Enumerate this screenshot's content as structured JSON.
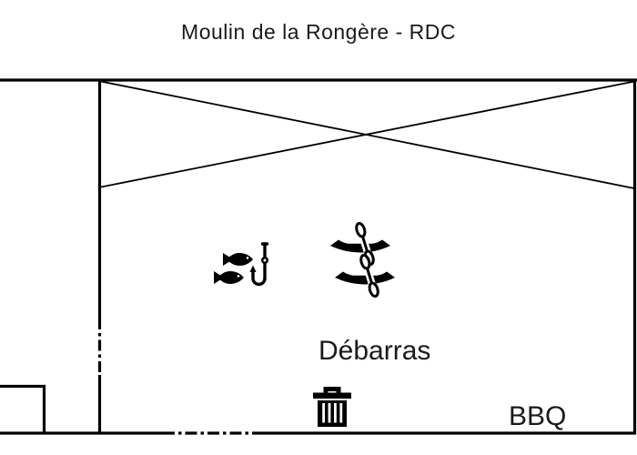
{
  "title": "Moulin de la Rongère - RDC",
  "room": {
    "label": "Débarras"
  },
  "bbq": {
    "label": "BBQ"
  },
  "icons": {
    "fishing": "fishing-icon (two fish and a fish hook)",
    "kayak": "kayak-icon (two kayaks with paddles)",
    "trash": "trash-bin-icon"
  },
  "colors": {
    "line": "#000000",
    "background": "#ffffff",
    "text": "#1a1a1a"
  }
}
